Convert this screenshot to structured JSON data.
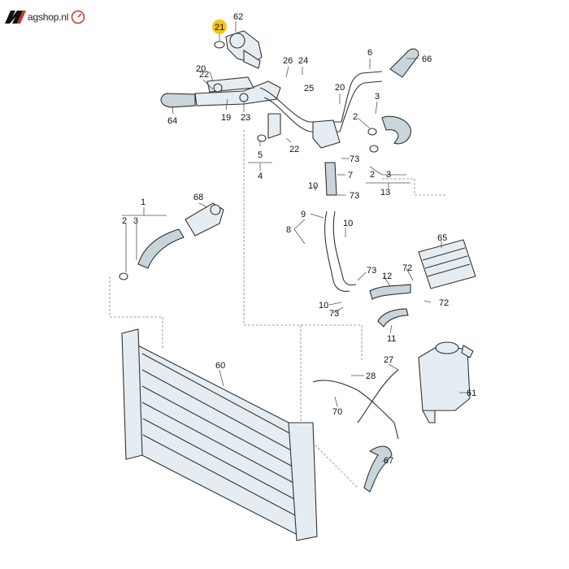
{
  "brand": {
    "name": "agshop.nl",
    "color": "#c0392b"
  },
  "highlight_color": "#f5c518",
  "highlighted_callout": "21",
  "callouts": [
    "1",
    "2",
    "3",
    "4",
    "5",
    "6",
    "7",
    "8",
    "9",
    "10",
    "11",
    "12",
    "13",
    "19",
    "20",
    "21",
    "22",
    "23",
    "24",
    "25",
    "26",
    "27",
    "28",
    "60",
    "61",
    "62",
    "64",
    "65",
    "66",
    "67",
    "68",
    "70",
    "72",
    "73"
  ],
  "labels": {
    "c62": "62",
    "c21": "21",
    "c20a": "20",
    "c22a": "22",
    "c64": "64",
    "c19": "19",
    "c23": "23",
    "c26": "26",
    "c24": "24",
    "c25": "25",
    "c6": "6",
    "c66": "66",
    "c20b": "20",
    "c3a": "3",
    "c2a": "2",
    "c5": "5",
    "c22b": "22",
    "c4": "4",
    "c73a": "73",
    "c7": "7",
    "c10a": "10",
    "c73b": "73",
    "c2b": "2",
    "c3b": "3",
    "c13": "13",
    "c1": "1",
    "c2c": "2",
    "c3c": "3",
    "c68": "68",
    "c9": "9",
    "c10b": "10",
    "c8": "8",
    "c65": "65",
    "c72a": "72",
    "c73c": "73",
    "c12": "12",
    "c10c": "10",
    "c73d": "73",
    "c72b": "72",
    "c11": "11",
    "c60": "60",
    "c27": "27",
    "c28": "28",
    "c61": "61",
    "c70": "70",
    "c67": "67"
  }
}
